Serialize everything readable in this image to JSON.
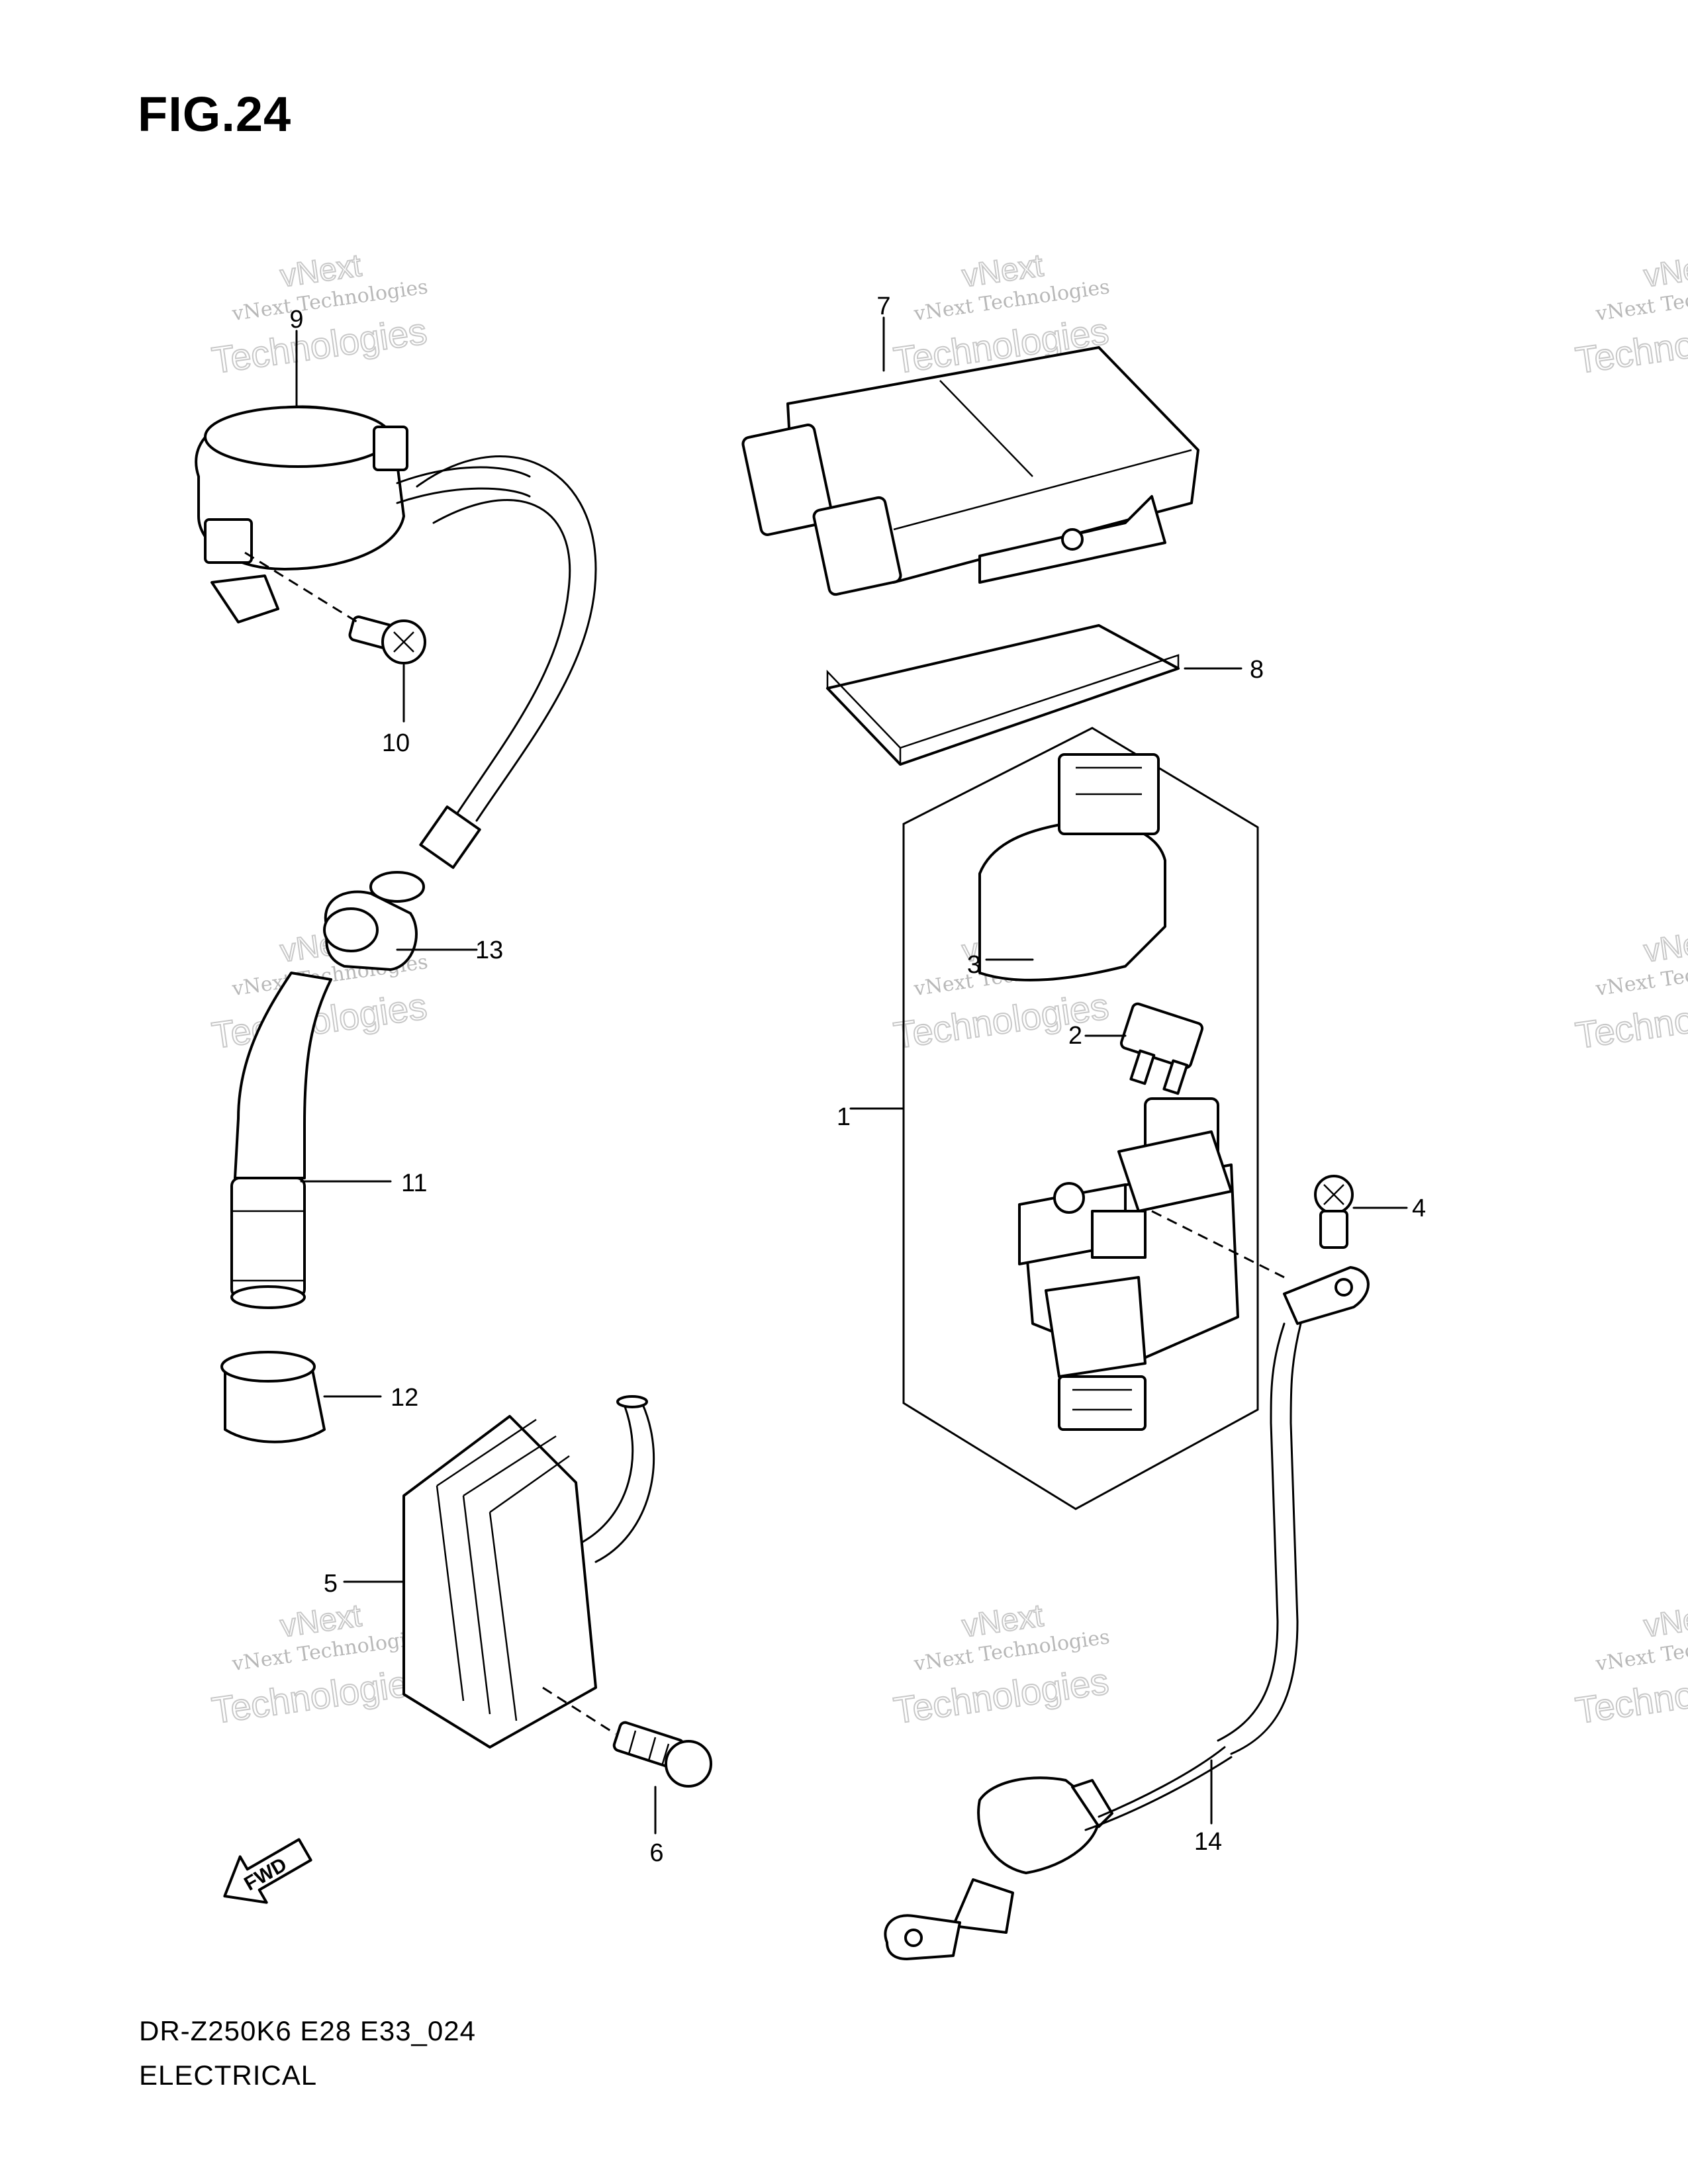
{
  "figure": {
    "title": "FIG.24"
  },
  "footer": {
    "model_code": "DR-Z250K6 E28 E33_024",
    "section": "ELECTRICAL"
  },
  "fwd_label": "FWD",
  "watermark": {
    "line1": "vNext Technologies",
    "line2": "vNext",
    "line3": "Technologies"
  },
  "callouts": [
    "1",
    "2",
    "3",
    "4",
    "5",
    "6",
    "7",
    "8",
    "9",
    "10",
    "11",
    "12",
    "13",
    "14"
  ]
}
